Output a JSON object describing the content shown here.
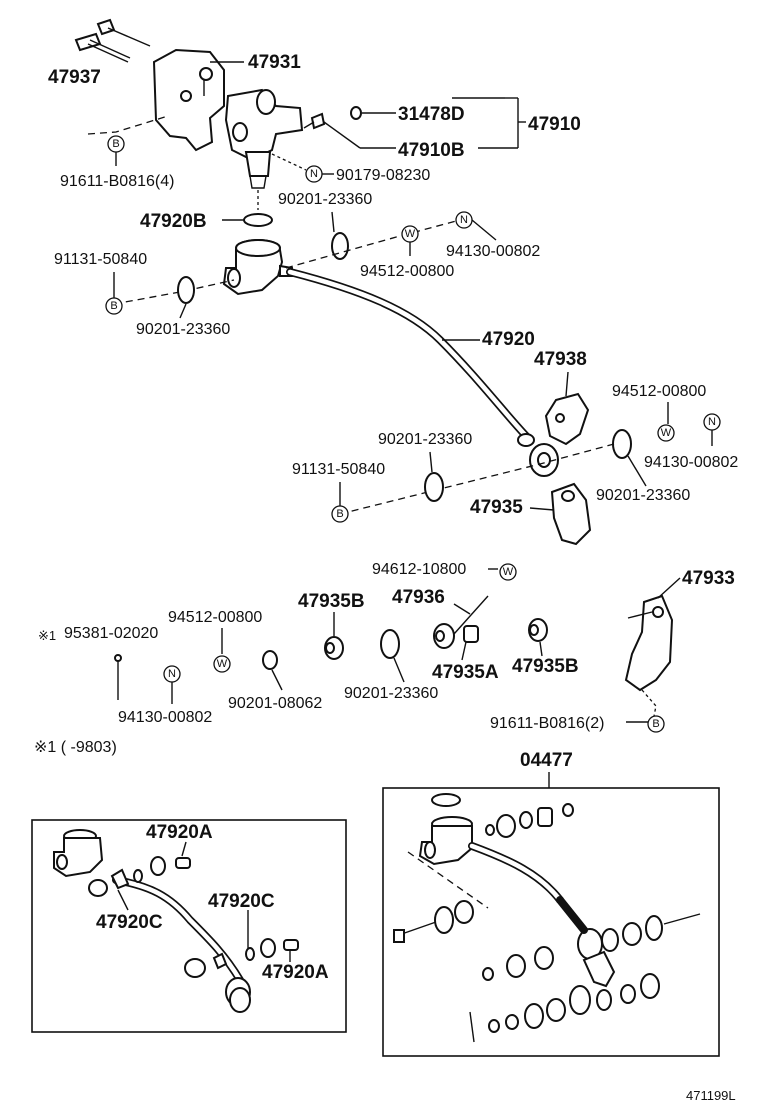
{
  "labels": {
    "p47937": "47937",
    "p47931": "47931",
    "p31478D": "31478D",
    "p47910": "47910",
    "p47910B": "47910B",
    "p91611_4": "91611-B0816(4)",
    "p90179": "90179-08230",
    "p90201_a": "90201-23360",
    "p47920B": "47920B",
    "p91131_a": "91131-50840",
    "p94130_a": "94130-00802",
    "p94512_a": "94512-00800",
    "p90201_b": "90201-23360",
    "p47920": "47920",
    "p47938": "47938",
    "p94512_b": "94512-00800",
    "p90201_c": "90201-23360",
    "p94130_b": "94130-00802",
    "p91131_b": "91131-50840",
    "p90201_d": "90201-23360",
    "p47935": "47935",
    "p94612": "94612-10800",
    "p47933": "47933",
    "p47935B_a": "47935B",
    "p47936": "47936",
    "p94512_c": "94512-00800",
    "p95381": "95381-02020",
    "p47935A": "47935A",
    "p47935B_b": "47935B",
    "p94130_c": "94130-00802",
    "p90201_e": "90201-08062",
    "p90201_f": "90201-23360",
    "p91611_2": "91611-B0816(2)",
    "note_mark": "※1",
    "note_text": "※1 (      -9803)",
    "p04477": "04477",
    "p47920A_a": "47920A",
    "p47920C_a": "47920C",
    "p47920C_b": "47920C",
    "p47920A_b": "47920A",
    "figure_code": "471199L"
  },
  "callouts": {
    "b": "B",
    "n": "N",
    "w": "W"
  }
}
